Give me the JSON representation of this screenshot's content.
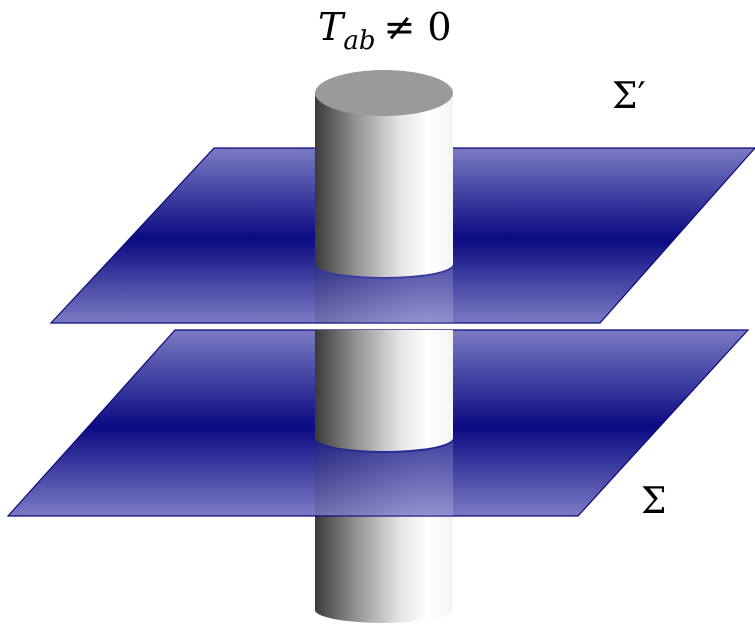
{
  "labels": {
    "stress_tensor": {
      "symbol": "T",
      "subscript": "ab",
      "relation": "≠ 0"
    },
    "upper_surface": {
      "symbol": "Σ",
      "prime": "′"
    },
    "lower_surface": {
      "symbol": "Σ"
    }
  },
  "colors": {
    "plane_edge": "#0a0a7a",
    "plane_center": "#0a0a82",
    "plane_outer": "#7b7bc4",
    "cylinder_dark": "#3a3a3a",
    "cylinder_mid": "#a8a8a8",
    "cylinder_light": "#ffffff",
    "cylinder_top": "#9a9a9a"
  }
}
